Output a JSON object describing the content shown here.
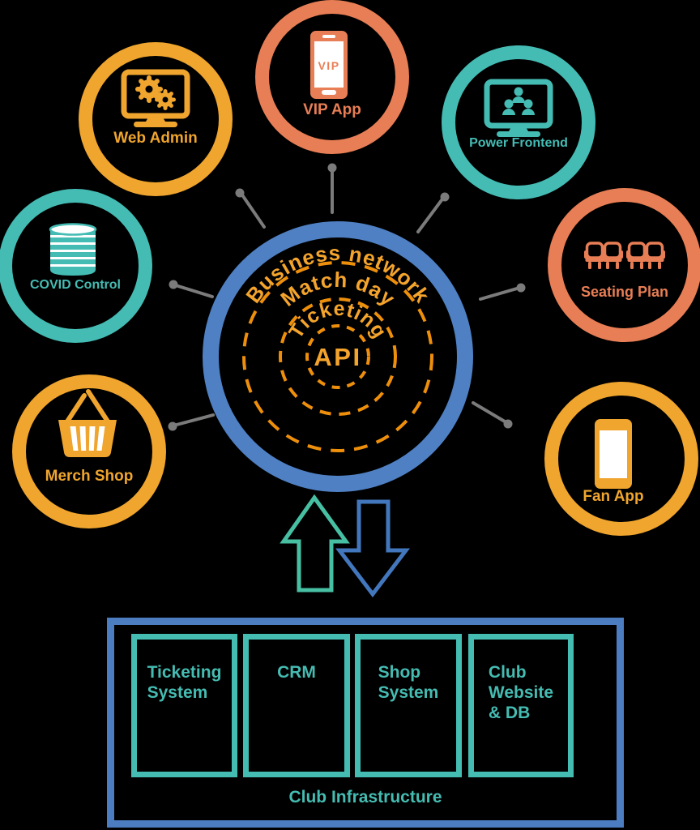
{
  "colors": {
    "background": "#000000",
    "blue": "#4B7DC0",
    "teal": "#44BCB4",
    "teal_green": "#47BFA3",
    "yellow": "#EFA52E",
    "coral": "#E87E55",
    "orange_text": "#F4A42C",
    "orange_dash": "#EE8F0C",
    "gray": "#7B7B7B",
    "white": "#FFFFFF"
  },
  "hub": {
    "ring_label_outer": "Business network",
    "ring_label_middle": "Match day",
    "ring_label_inner": "Ticketing",
    "core_label": "API"
  },
  "satellites": [
    {
      "id": "web-admin",
      "label": "Web Admin",
      "icon": "monitor-gears-icon",
      "color": "#EFA52E"
    },
    {
      "id": "vip-app",
      "label": "VIP App",
      "icon": "smartphone-vip-icon",
      "color": "#E87E55",
      "screen_label": "VIP"
    },
    {
      "id": "power-frontend",
      "label": "Power Frontend",
      "icon": "monitor-team-icon",
      "color": "#44BCB4"
    },
    {
      "id": "covid-control",
      "label": "COVID Control",
      "icon": "database-icon",
      "color": "#44BCB4"
    },
    {
      "id": "seating-plan",
      "label": "Seating Plan",
      "icon": "stadium-seats-icon",
      "color": "#E87E55"
    },
    {
      "id": "merch-shop",
      "label": "Merch Shop",
      "icon": "shopping-basket-icon",
      "color": "#EFA52E"
    },
    {
      "id": "fan-app",
      "label": "Fan App",
      "icon": "smartphone-icon",
      "color": "#EFA52E"
    }
  ],
  "arrows": {
    "up_icon": "arrow-up",
    "down_icon": "arrow-down"
  },
  "infrastructure": {
    "caption": "Club Infrastructure",
    "systems": [
      {
        "label": "Ticketing System",
        "lines": [
          "Ticketing",
          "System"
        ]
      },
      {
        "label": "CRM",
        "lines": [
          "CRM"
        ]
      },
      {
        "label": "Shop System",
        "lines": [
          "Shop",
          "System"
        ]
      },
      {
        "label": "Club Website & DB",
        "lines": [
          "Club",
          "Website",
          "& DB"
        ]
      }
    ]
  }
}
